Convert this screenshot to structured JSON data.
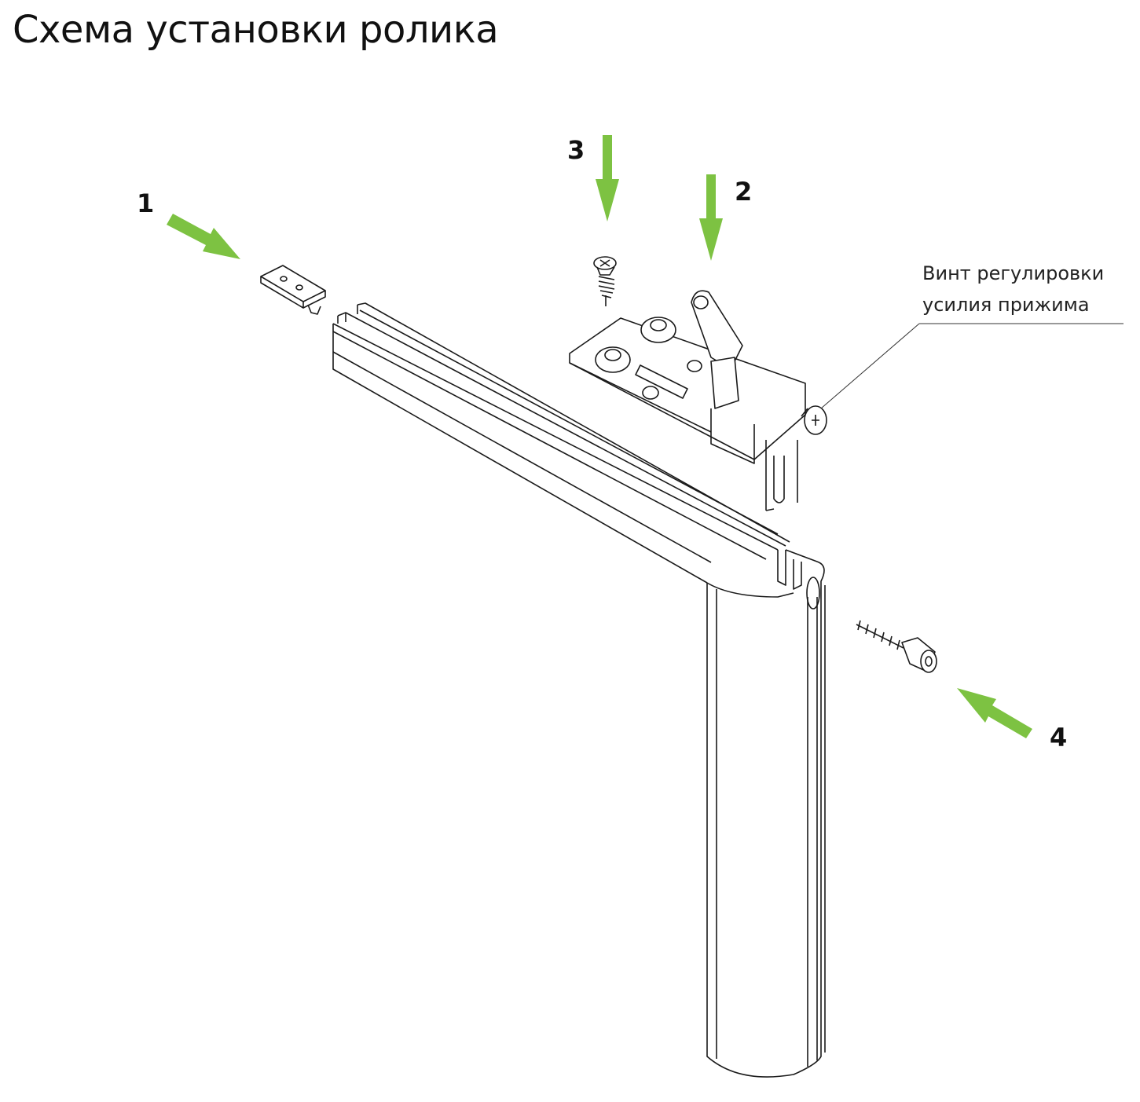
{
  "title": "Схема установки ролика",
  "colors": {
    "arrow": "#7dc242",
    "line": "#1a1a1a"
  },
  "markers": [
    {
      "id": "1",
      "label": "1"
    },
    {
      "id": "2",
      "label": "2"
    },
    {
      "id": "3",
      "label": "3"
    },
    {
      "id": "4",
      "label": "4"
    }
  ],
  "callout": {
    "line1": "Винт регулировки",
    "line2": "усилия прижима"
  }
}
